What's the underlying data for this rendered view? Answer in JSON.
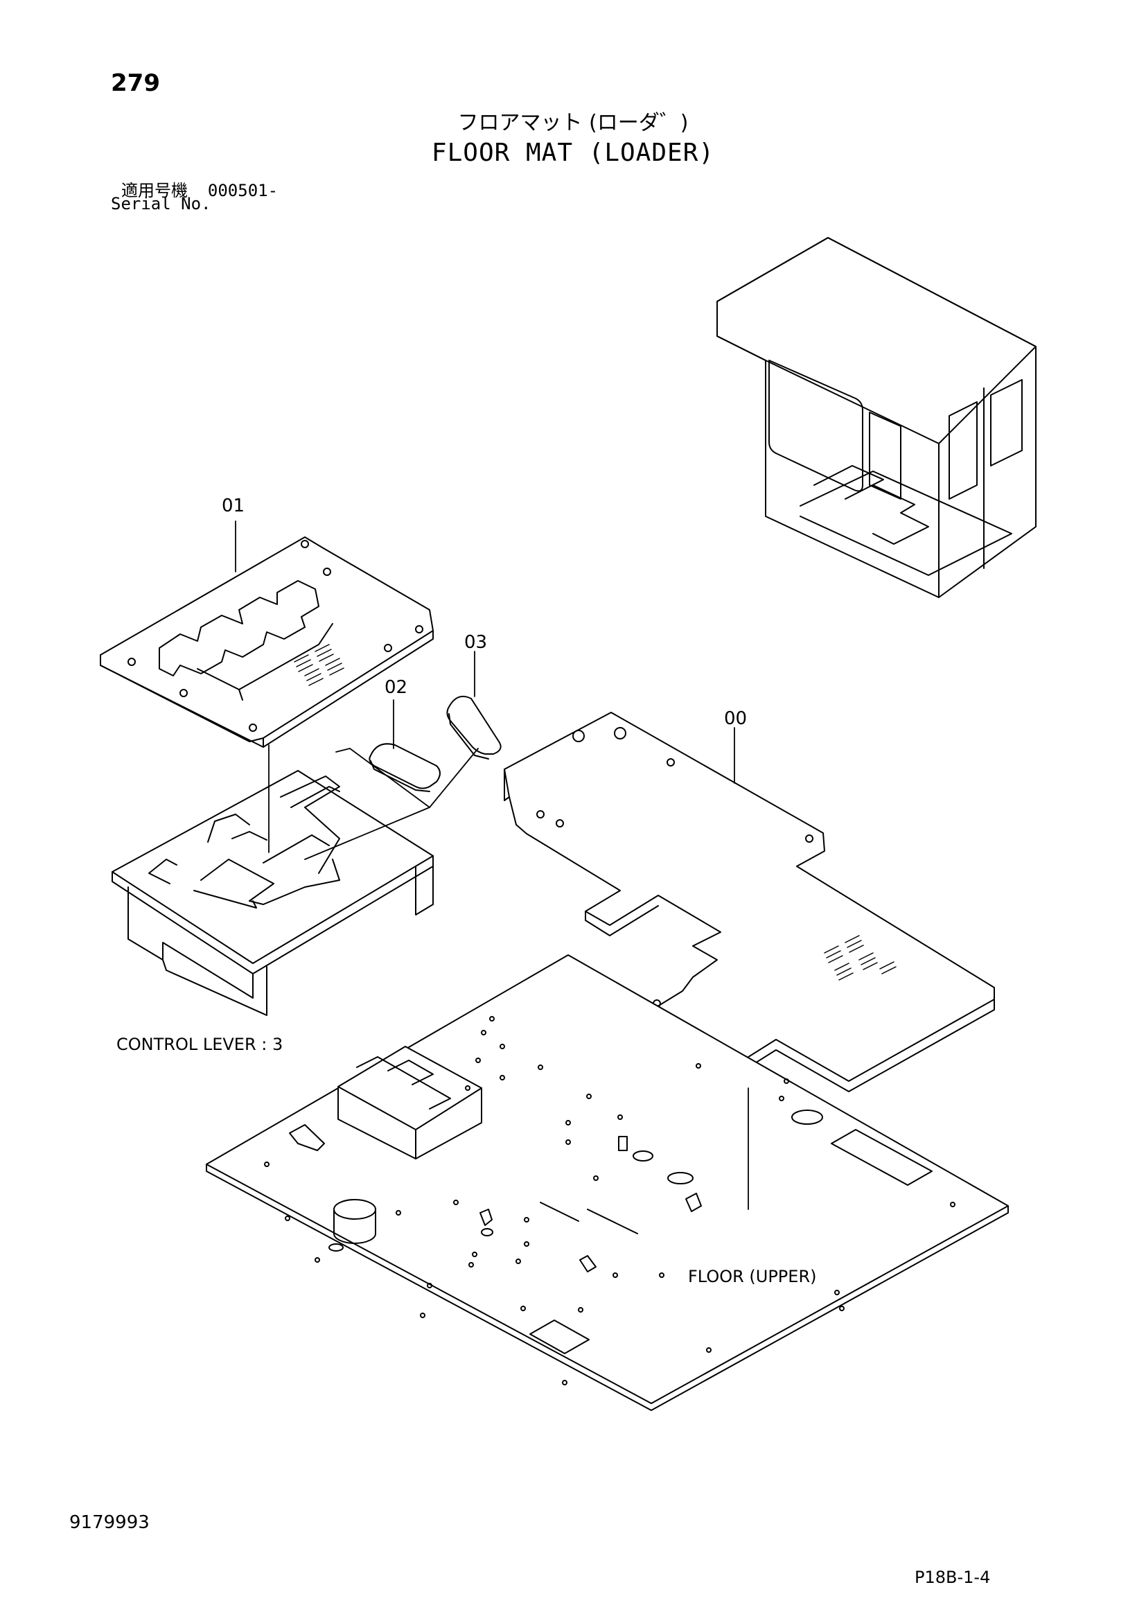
{
  "header": {
    "page_number": "279",
    "title_jp": "フロアマット (ローダ゛)",
    "title_en": "FLOOR MAT (LOADER)",
    "serial_label_jp": "適用号機",
    "serial_value": "000501-",
    "serial_label_en": "Serial No."
  },
  "diagram": {
    "callouts": {
      "mat_00": "00",
      "mat_01": "01",
      "mat_02": "02",
      "mat_03": "03"
    },
    "labels": {
      "control_lever": "CONTROL LEVER : 3",
      "floor_upper": "FLOOR (UPPER)"
    }
  },
  "footer": {
    "doc_number": "9179993",
    "page_code": "P18B-1-4"
  }
}
